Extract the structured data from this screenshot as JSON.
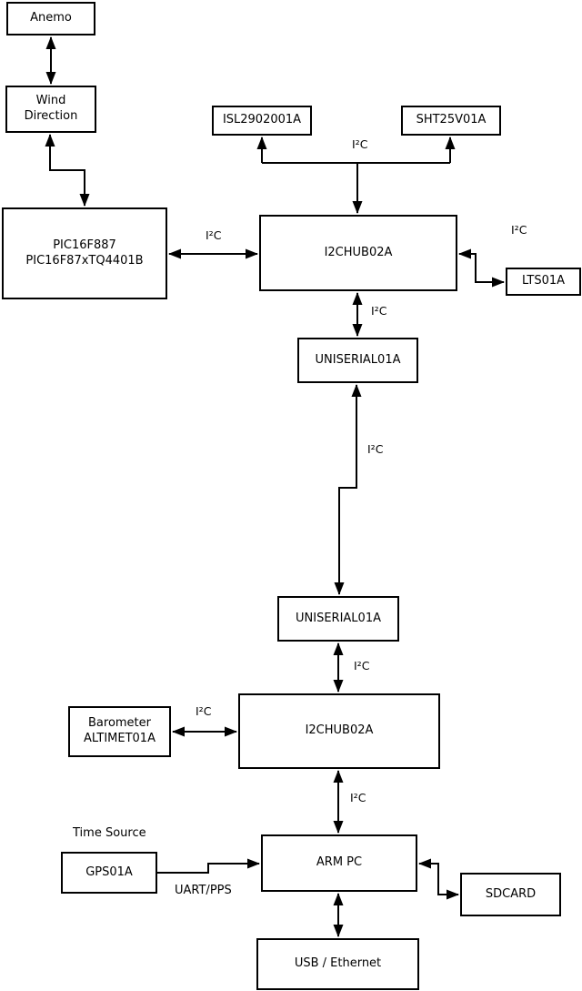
{
  "diagram": {
    "nodes": {
      "anemo": {
        "label": "Anemo"
      },
      "wind_direction": {
        "label": "Wind\nDirection"
      },
      "pic": {
        "label": "PIC16F887\nPIC16F87xTQ4401B"
      },
      "isl": {
        "label": "ISL2902001A"
      },
      "sht": {
        "label": "SHT25V01A"
      },
      "i2chub_top": {
        "label": "I2CHUB02A"
      },
      "lts": {
        "label": "LTS01A"
      },
      "uniserial_top": {
        "label": "UNISERIAL01A"
      },
      "uniserial_bottom": {
        "label": "UNISERIAL01A"
      },
      "i2chub_bottom": {
        "label": "I2CHUB02A"
      },
      "barometer": {
        "label": "Barometer\nALTIMET01A"
      },
      "gps": {
        "label": "GPS01A"
      },
      "arm_pc": {
        "label": "ARM PC"
      },
      "sdcard": {
        "label": "SDCARD"
      },
      "usb_ethernet": {
        "label": "USB / Ethernet"
      }
    },
    "edge_labels": {
      "branch_i2c": "I²C",
      "pic_hub_i2c": "I²C",
      "lts_i2c": "I²C",
      "hub_uni1_i2c": "I²C",
      "uni_uni_i2c": "I²C",
      "uni2_hub2_i2c": "I²C",
      "baro_hub2_i2c": "I²C",
      "hub2_arm_i2c": "I²C"
    },
    "annotations": {
      "time_source": "Time Source",
      "uart_pps": "UART/PPS"
    },
    "colors": {
      "line": "#000000",
      "background": "#ffffff",
      "text": "#000000"
    }
  }
}
